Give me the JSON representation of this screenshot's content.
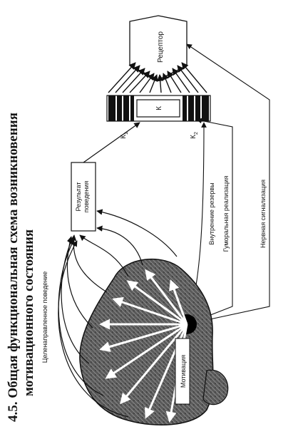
{
  "heading": {
    "line1": "4.5. Общая функциональная схема возникновения",
    "line2": "мотивационного состояния"
  },
  "diagram": {
    "receptor_label": "Рецептор",
    "k_box_label": "К",
    "k1_label": "К",
    "k1_sub": "1",
    "k2_label": "К",
    "k2_sub": "2",
    "result_label_line1": "Результат",
    "result_label_line2": "поведения",
    "motivation_label": "Мотивация",
    "goal_behavior_label": "Целенаправленное поведение",
    "internal_reserves_label": "Внутренние резервы",
    "humoral_label": "Гуморальная реализация",
    "nervous_label": "Нервная сигнализация"
  }
}
